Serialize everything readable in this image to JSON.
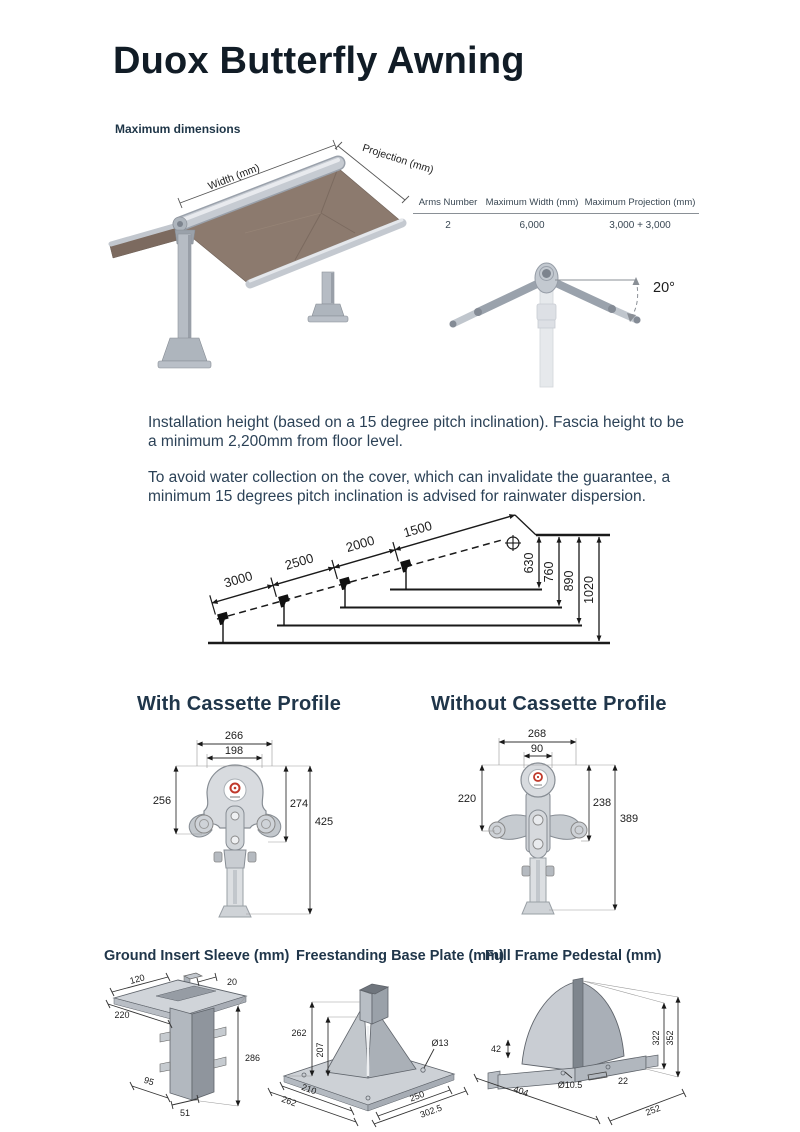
{
  "page": {
    "title": "Duox Butterfly Awning",
    "subtitle": "Maximum dimensions"
  },
  "colors": {
    "heading_navy": "#20364a",
    "body_text": "#2c4257",
    "canopy_brown": "#8c7a6e",
    "metal_gray": "#c6cbd2",
    "line_black": "#1a1a1a",
    "badge_red": "#c0392b"
  },
  "awning_figure": {
    "width_label": "Width (mm)",
    "projection_label": "Projection (mm)"
  },
  "spec_table": {
    "headers": [
      "Arms Number",
      "Maximum Width (mm)",
      "Maximum Projection (mm)"
    ],
    "row": [
      "2",
      "6,000",
      "3,000 + 3,000"
    ]
  },
  "angle_figure": {
    "angle": "20°"
  },
  "paragraphs": {
    "installation": "Installation height (based on a 15 degree pitch inclination). Fascia height to be a minimum 2,200mm from floor level.",
    "rainwater": "To avoid water collection on the cover, which can invalidate the guarantee, a minimum 15 degrees pitch inclination is advised for rainwater dispersion."
  },
  "incline_figure": {
    "projections": [
      "3000",
      "2500",
      "2000",
      "1500"
    ],
    "heights": [
      "630",
      "760",
      "890",
      "1020"
    ]
  },
  "with_cassette": {
    "heading": "With Cassette Profile",
    "outer_width": "266",
    "inner_width": "198",
    "left_height": "256",
    "right_height": "274",
    "total_height": "425"
  },
  "without_cassette": {
    "heading": "Without Cassette Profile",
    "outer_width": "268",
    "inner_width": "90",
    "left_height": "220",
    "right_height": "238",
    "total_height": "389"
  },
  "ground_sleeve": {
    "heading": "Ground Insert Sleeve (mm)",
    "top_width": "120",
    "stub_width": "20",
    "plate_depth": "220",
    "height": "286",
    "base_depth": "95",
    "base_width": "51"
  },
  "base_plate": {
    "heading": "Freestanding Base Plate (mm)",
    "overall_height": "262",
    "column_height": "207",
    "hole_diameter": "Ø13",
    "inner_depth": "210",
    "outer_depth": "262",
    "inner_width": "250",
    "outer_width": "302.5"
  },
  "pedestal": {
    "heading": "Full Frame Pedestal (mm)",
    "flange_height": "42",
    "base_length": "404",
    "hole_diameter": "Ø10.5",
    "slot_width": "22",
    "inner_height": "322",
    "outer_height": "352",
    "base_depth": "252"
  }
}
